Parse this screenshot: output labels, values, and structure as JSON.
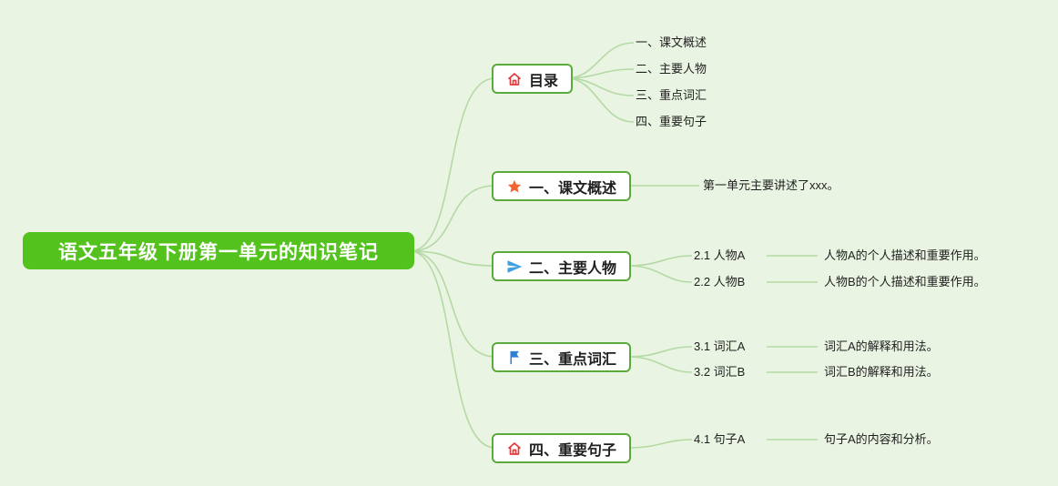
{
  "canvas": {
    "background": "#e9f4e2",
    "line_color": "#b5d9a5"
  },
  "root": {
    "label": "语文五年级下册第一单元的知识笔记",
    "background": "#53c21d",
    "text_color": "#ffffff"
  },
  "branches": [
    {
      "label": "目录",
      "icon": "home-icon",
      "icon_color": "#e4393c",
      "children": [
        {
          "label": "一、课文概述"
        },
        {
          "label": "二、主要人物"
        },
        {
          "label": "三、重点词汇"
        },
        {
          "label": "四、重要句子"
        }
      ]
    },
    {
      "label": "一、课文概述",
      "icon": "star-icon",
      "icon_color": "#f0652f",
      "children": [
        {
          "label": "第一单元主要讲述了xxx。"
        }
      ]
    },
    {
      "label": "二、主要人物",
      "icon": "paper-plane-icon",
      "icon_color": "#3f9fe0",
      "children": [
        {
          "label": "2.1 人物A",
          "note": "人物A的个人描述和重要作用。"
        },
        {
          "label": "2.2 人物B",
          "note": "人物B的个人描述和重要作用。"
        }
      ]
    },
    {
      "label": "三、重点词汇",
      "icon": "flag-icon",
      "icon_color": "#2f7fd6",
      "children": [
        {
          "label": "3.1 词汇A",
          "note": "词汇A的解释和用法。"
        },
        {
          "label": "3.2 词汇B",
          "note": "词汇B的解释和用法。"
        }
      ]
    },
    {
      "label": "四、重要句子",
      "icon": "home-icon",
      "icon_color": "#e4393c",
      "children": [
        {
          "label": "4.1 句子A",
          "note": "句子A的内容和分析。"
        }
      ]
    }
  ]
}
